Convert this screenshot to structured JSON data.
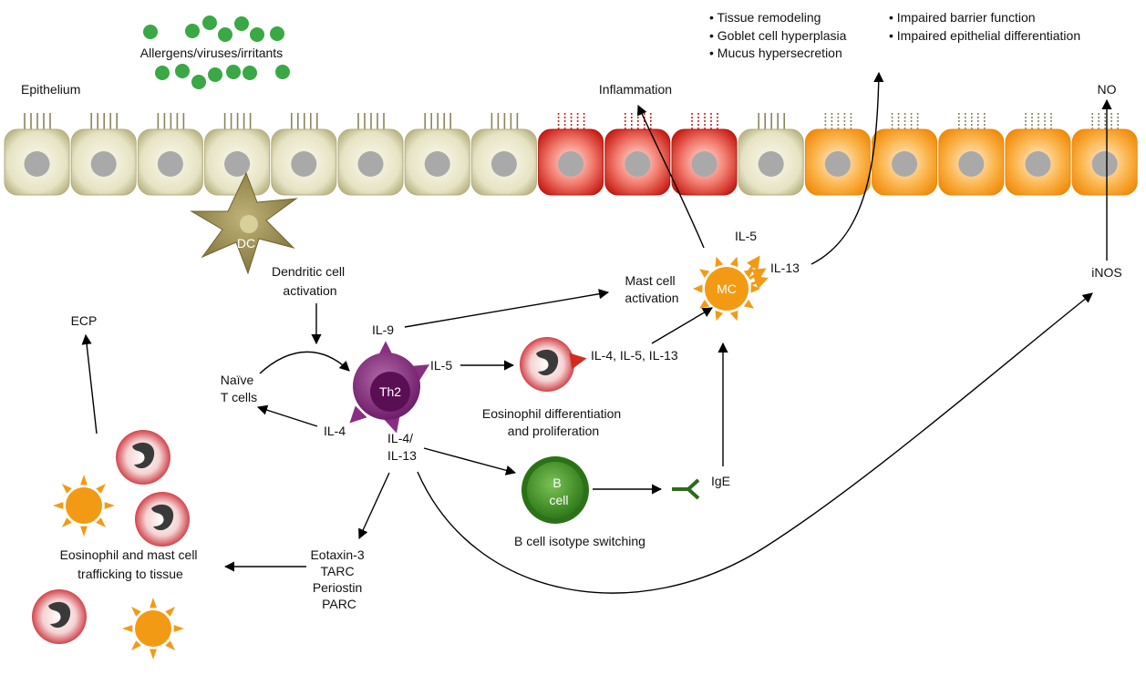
{
  "labels": {
    "allergens": "Allergens/viruses/irritants",
    "epithelium": "Epithelium",
    "inflammation": "Inflammation",
    "no": "NO",
    "effects_left": [
      "Tissue remodeling",
      "Goblet cell hyperplasia",
      "Mucus hypersecretion"
    ],
    "effects_right": [
      "Impaired barrier function",
      "Impaired epithelial differentiation"
    ],
    "dc": "DC",
    "dc_activation": [
      "Dendritic cell",
      "activation"
    ],
    "mast_cell_activation": [
      "Mast cell",
      "activation"
    ],
    "mc": "MC",
    "mc_il5": "IL-5",
    "mc_il13": "IL-13",
    "inos": "iNOS",
    "ecp": "ECP",
    "il9": "IL-9",
    "th2": "Th2",
    "th2_il5": "IL-5",
    "naive_t": [
      "Naïve",
      "T cells"
    ],
    "th2_il4": "IL-4",
    "il4_il13": [
      "IL-4/",
      "IL-13"
    ],
    "eos_cytokines": "IL-4, IL-5, IL-13",
    "eos_diff": [
      "Eosinophil differentiation",
      "and proliferation"
    ],
    "b_cell": [
      "B",
      "cell"
    ],
    "ige": "IgE",
    "b_switch": "B cell isotype switching",
    "trafficking": [
      "Eosinophil and mast cell",
      "trafficking to tissue"
    ],
    "chemokines": [
      "Eotaxin-3",
      "TARC",
      "Periostin",
      "PARC"
    ]
  },
  "colors": {
    "normal_cell": "#e2dfbe",
    "inflamed_cell": "#d42a20",
    "impaired_cell": "#f7a021",
    "nucleus": "#a9a9a9",
    "dc": "#9a8d4e",
    "th2": "#8a2e82",
    "mast_cell": "#f39a15",
    "b_cell": "#3f8a25",
    "eosinophil": "#d8323a",
    "allergen": "#39a845",
    "ige": "#2e6a1c"
  },
  "epithelium_states": [
    "normal",
    "normal",
    "normal",
    "normal",
    "normal",
    "normal",
    "normal",
    "normal",
    "inflamed",
    "inflamed",
    "inflamed",
    "normal",
    "impaired",
    "impaired",
    "impaired",
    "impaired",
    "impaired"
  ]
}
